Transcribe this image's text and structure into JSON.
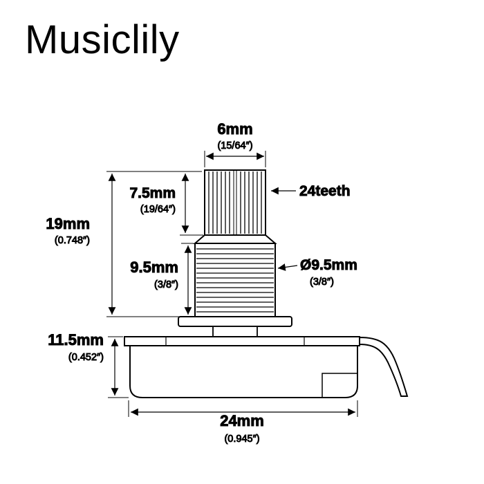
{
  "brand": "Musiclily",
  "colors": {
    "line": "#000000",
    "background": "#ffffff"
  },
  "dimensions": {
    "shaft_width": {
      "value": "6mm",
      "alt": "(15/64″)"
    },
    "teeth": {
      "value": "24teeth"
    },
    "shaft_height": {
      "value": "7.5mm",
      "alt": "(19/64″)"
    },
    "total_height": {
      "value": "19mm",
      "alt": "(0.748″)"
    },
    "thread_height": {
      "value": "9.5mm",
      "alt": "(3/8″)"
    },
    "thread_diameter": {
      "value": "Ø9.5mm",
      "alt": "(3/8″)"
    },
    "body_height": {
      "value": "11.5mm",
      "alt": "(0.452″)"
    },
    "body_width": {
      "value": "24mm",
      "alt": "(0.945″)"
    }
  }
}
